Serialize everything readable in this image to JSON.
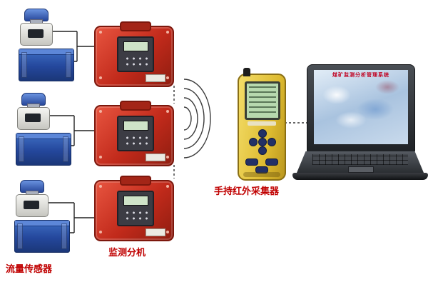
{
  "diagram": {
    "labels": {
      "flow_sensor": "流量传感器",
      "monitor_unit": "监测分机",
      "handheld_collector": "手持红外采集器"
    },
    "laptop": {
      "screen_title": "煤矿监测分析管理系统"
    },
    "components": {
      "flow_sensor_count": 3,
      "monitor_unit_count": 3
    },
    "colors": {
      "label_red": "#c00000",
      "case_red": "#c12a1b",
      "handheld_yellow": "#ddba30",
      "tank_blue": "#24479c",
      "lcd_green": "#b7d9ae",
      "screen_blue": "#c9daec"
    }
  }
}
